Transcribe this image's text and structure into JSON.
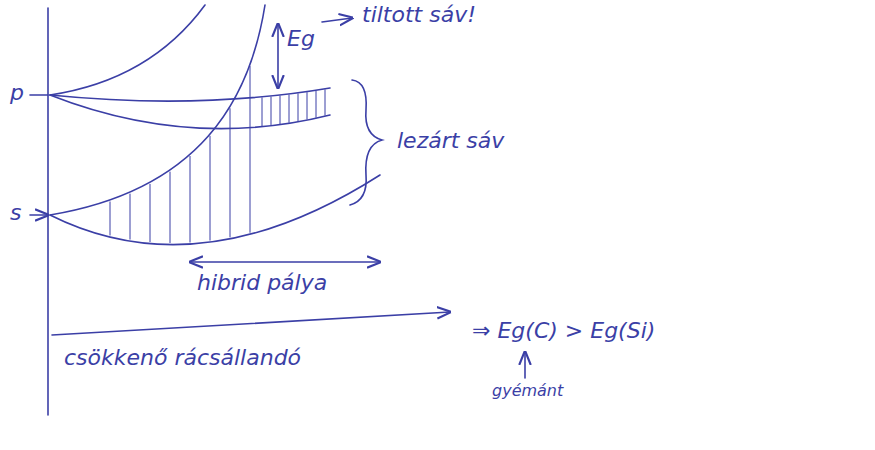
{
  "diagram": {
    "labels": [
      "Eg",
      "tiltott sáv!",
      "lezárt sáv",
      "p",
      "s",
      "hibrid pálya",
      "csökkenő rácsállandó",
      "⇒ Eg(C) > Eg(Si)",
      "gyémánt"
    ]
  }
}
